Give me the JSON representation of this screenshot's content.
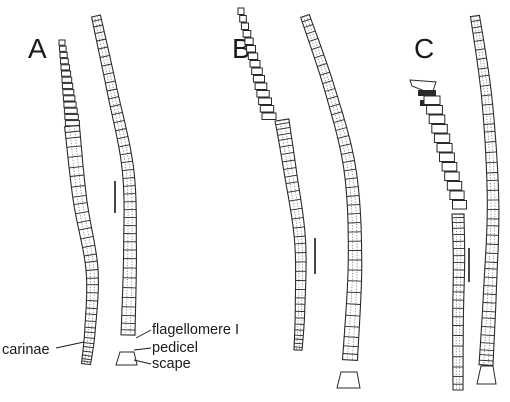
{
  "panels": [
    {
      "letter": "A"
    },
    {
      "letter": "B"
    },
    {
      "letter": "C"
    }
  ],
  "labels": {
    "carinae": "carinae",
    "flagellomere": "flagellomere I",
    "pedicel": "pedicel",
    "scape": "scape"
  }
}
